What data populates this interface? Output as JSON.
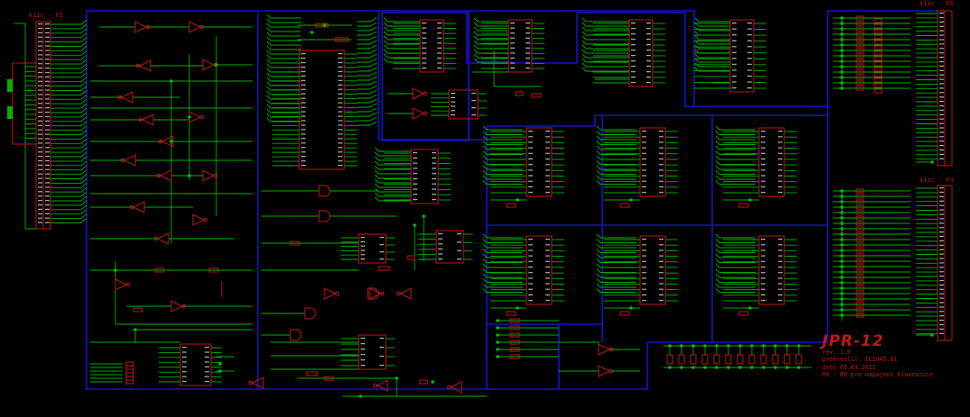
{
  "connectors": {
    "f2": "k1ic - F2",
    "f6": "k1ic - F6",
    "f3": "k1ic - F3"
  },
  "title_block": {
    "title": "JPR-12",
    "lines": [
      "rev. 1.0",
      "prekreslil: EC1045.01",
      "dnes 05.03.2011",
      "R6 - R8 pro napajeni klavesnice"
    ]
  },
  "colors": {
    "background": "#000000",
    "wire": "#00b200",
    "component": "#c01818",
    "bus": "#1414c8",
    "text": "#c8c8c8"
  }
}
